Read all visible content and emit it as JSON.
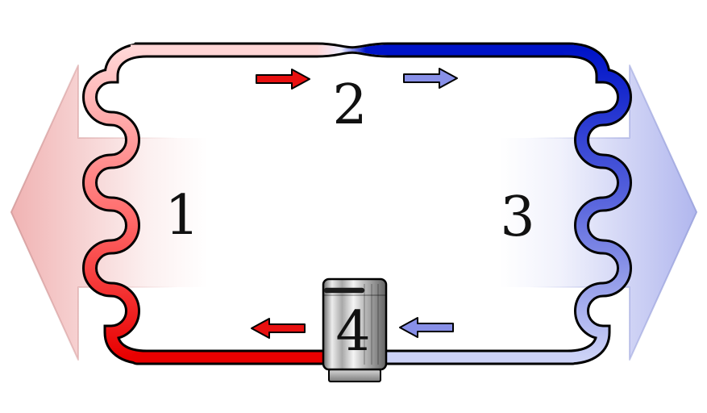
{
  "labels": {
    "point_1": "1",
    "point_2": "2",
    "point_3": "3",
    "point_4": "4"
  },
  "colors": {
    "background": "#ffffff",
    "outline": "#000000",
    "label": "#111111",
    "tube_hot": "#e80000",
    "tube_hot_mid": "#ff6a6a",
    "tube_hot_light": "#ffd6d6",
    "tube_cold": "#0014c8",
    "tube_cold_mid": "#5a66dd",
    "tube_cold_light": "#ccd2f6",
    "pinch_highlight": "#eeeeff",
    "big_arrow_hot": "#f0b2b2",
    "big_arrow_hot_fade": "#fcf0f0",
    "big_arrow_hot_edge": "#d49c9c",
    "big_arrow_cold": "#b0b6ee",
    "big_arrow_cold_fade": "#f1f2fc",
    "big_arrow_cold_edge": "#9aa2dc",
    "small_arrow_hot": "#e81010",
    "small_arrow_cold": "#8890e8",
    "compressor_dark": "#6a6a6a",
    "compressor_light": "#f4f4f4"
  }
}
